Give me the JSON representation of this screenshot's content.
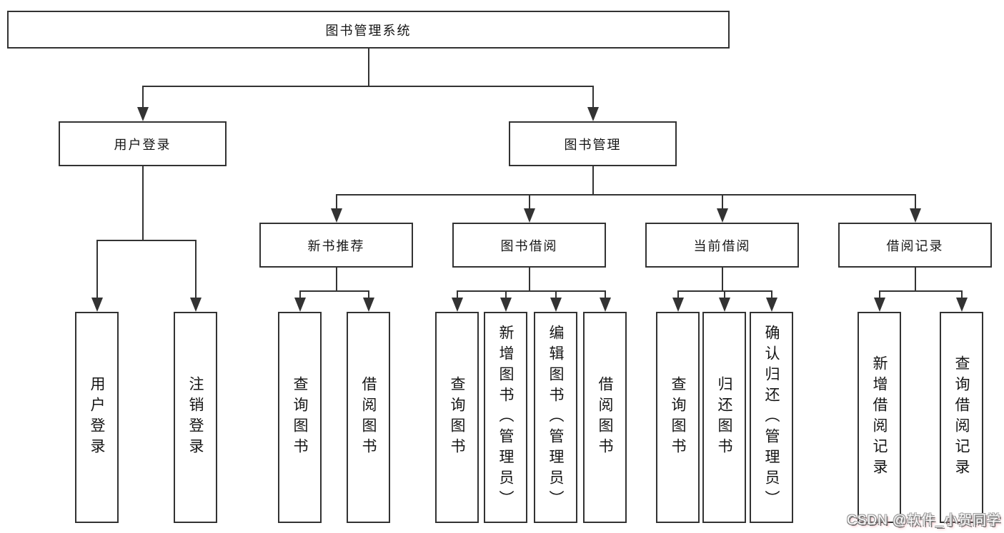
{
  "diagram": {
    "title": "图书管理系统",
    "colors": {
      "line": "#333333",
      "box_border": "#323232",
      "box_bg": "#ffffff",
      "text": "#151515",
      "watermark_pink": "#f08c96"
    },
    "nodes": [
      {
        "id": "root",
        "label": "图书管理系统",
        "level": 1,
        "orientation": "horizontal"
      },
      {
        "id": "user-login",
        "label": "用户登录",
        "level": 2,
        "orientation": "horizontal"
      },
      {
        "id": "book-mgmt",
        "label": "图书管理",
        "level": 2,
        "orientation": "horizontal"
      },
      {
        "id": "new-book-rec",
        "label": "新书推荐",
        "level": 3,
        "orientation": "horizontal"
      },
      {
        "id": "book-borrow",
        "label": "图书借阅",
        "level": 3,
        "orientation": "horizontal"
      },
      {
        "id": "current-borrow",
        "label": "当前借阅",
        "level": 3,
        "orientation": "horizontal"
      },
      {
        "id": "borrow-record",
        "label": "借阅记录",
        "level": 3,
        "orientation": "horizontal"
      },
      {
        "id": "login",
        "label": "用户登录",
        "level": 4,
        "orientation": "vertical"
      },
      {
        "id": "logout",
        "label": "注销登录",
        "level": 4,
        "orientation": "vertical"
      },
      {
        "id": "rec-query",
        "label": "查询图书",
        "level": 4,
        "orientation": "vertical"
      },
      {
        "id": "rec-borrow",
        "label": "借阅图书",
        "level": 4,
        "orientation": "vertical"
      },
      {
        "id": "bb-query",
        "label": "查询图书",
        "level": 4,
        "orientation": "vertical"
      },
      {
        "id": "bb-add",
        "label": "新增图书（管理员）",
        "level": 4,
        "orientation": "vertical"
      },
      {
        "id": "bb-edit",
        "label": "编辑图书（管理员）",
        "level": 4,
        "orientation": "vertical"
      },
      {
        "id": "bb-borrow",
        "label": "借阅图书",
        "level": 4,
        "orientation": "vertical"
      },
      {
        "id": "cur-query",
        "label": "查询图书",
        "level": 4,
        "orientation": "vertical"
      },
      {
        "id": "cur-return",
        "label": "归还图书",
        "level": 4,
        "orientation": "vertical"
      },
      {
        "id": "cur-confirm",
        "label": "确认归还（管理员）",
        "level": 4,
        "orientation": "vertical"
      },
      {
        "id": "rd-add",
        "label": "新增借阅记录",
        "level": 4,
        "orientation": "vertical"
      },
      {
        "id": "rd-query",
        "label": "查询借阅记录",
        "level": 4,
        "orientation": "vertical"
      }
    ],
    "edges": [
      {
        "from": "root",
        "to": [
          "user-login",
          "book-mgmt"
        ]
      },
      {
        "from": "user-login",
        "to": [
          "login",
          "logout"
        ]
      },
      {
        "from": "book-mgmt",
        "to": [
          "new-book-rec",
          "book-borrow",
          "current-borrow",
          "borrow-record"
        ]
      },
      {
        "from": "new-book-rec",
        "to": [
          "rec-query",
          "rec-borrow"
        ]
      },
      {
        "from": "book-borrow",
        "to": [
          "bb-query",
          "bb-add",
          "bb-edit",
          "bb-borrow"
        ]
      },
      {
        "from": "current-borrow",
        "to": [
          "cur-query",
          "cur-return",
          "cur-confirm"
        ]
      },
      {
        "from": "borrow-record",
        "to": [
          "rd-add",
          "rd-query"
        ]
      }
    ]
  },
  "watermark": {
    "text": "CSDN @软件_小贺同学"
  }
}
